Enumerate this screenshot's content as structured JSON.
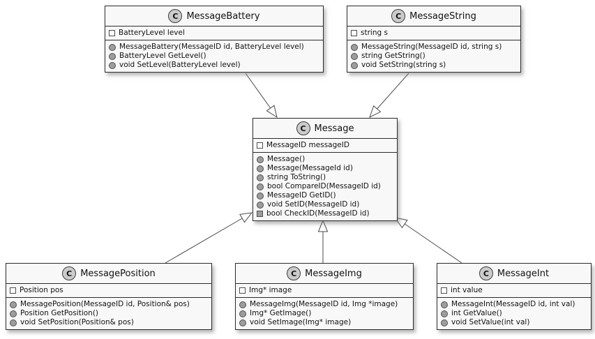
{
  "diagram": {
    "type": "uml-class-diagram",
    "box_fill": "#f8f8f8",
    "border_color": "#2b2b2b",
    "icon_fill": "#cbcbcb",
    "arrow_color": "#4a4a4a",
    "relationships": [
      "MessageBattery extends Message",
      "MessageString extends Message",
      "MessagePosition extends Message",
      "MessageImg extends Message",
      "MessageInt extends Message"
    ]
  },
  "classes": [
    {
      "name": "MessageBattery",
      "stereotype": "C",
      "fields": [
        {
          "text": "BatteryLevel level"
        }
      ],
      "methods": [
        {
          "text": "MessageBattery(MessageID id, BatteryLevel level)"
        },
        {
          "text": "BatteryLevel GetLevel()"
        },
        {
          "text": "void SetLevel(BatteryLevel level)"
        }
      ]
    },
    {
      "name": "MessageString",
      "stereotype": "C",
      "fields": [
        {
          "text": "string s"
        }
      ],
      "methods": [
        {
          "text": "MessageString(MessageID id, string s)"
        },
        {
          "text": "string GetString()"
        },
        {
          "text": "void SetString(string s)"
        }
      ]
    },
    {
      "name": "Message",
      "stereotype": "C",
      "fields": [
        {
          "text": "MessageID messageID"
        }
      ],
      "methods": [
        {
          "text": "Message()"
        },
        {
          "text": "Message(MessageId id)"
        },
        {
          "text": "string ToString()"
        },
        {
          "text": "bool CompareID(MessageID id)"
        },
        {
          "text": "MessageID GetID()"
        },
        {
          "text": "void SetID(MessageID id)"
        },
        {
          "text": "bool CheckID(MessageID id)"
        }
      ]
    },
    {
      "name": "MessagePosition",
      "stereotype": "C",
      "fields": [
        {
          "text": "Position pos"
        }
      ],
      "methods": [
        {
          "text": "MessagePosition(MessageID id, Position& pos)"
        },
        {
          "text": "Position GetPosition()"
        },
        {
          "text": "void SetPosition(Position& pos)"
        }
      ]
    },
    {
      "name": "MessageImg",
      "stereotype": "C",
      "fields": [
        {
          "text": "Img* image"
        }
      ],
      "methods": [
        {
          "text": "MessageImg(MessageID id, Img *image)"
        },
        {
          "text": "Img* GetImage()"
        },
        {
          "text": "void SetImage(Img* image)"
        }
      ]
    },
    {
      "name": "MessageInt",
      "stereotype": "C",
      "fields": [
        {
          "text": "int value"
        }
      ],
      "methods": [
        {
          "text": "MessageInt(MessageID id, int val)"
        },
        {
          "text": "int GetValue()"
        },
        {
          "text": "void SetValue(int val)"
        }
      ]
    }
  ]
}
